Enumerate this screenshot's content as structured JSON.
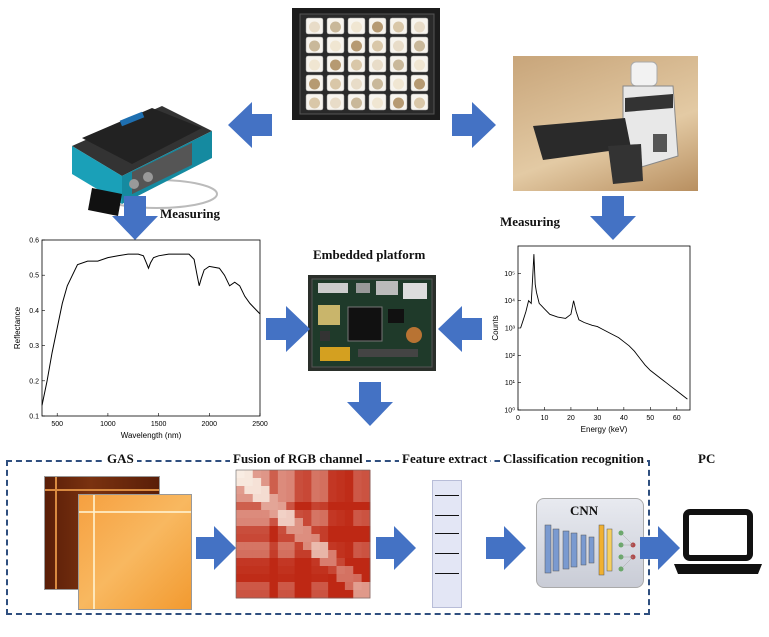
{
  "labels": {
    "measuring_left": "Measuring",
    "measuring_right": "Measuring",
    "embedded_platform": "Embedded platform",
    "gas": "GAS",
    "fusion": "Fusion of RGB channel",
    "feature_extract": "Feature extract",
    "classification": "Classification recognition",
    "pc": "PC",
    "cnn": "CNN"
  },
  "colors": {
    "arrow": "#4472c4",
    "dashed_border": "#2f4f7f",
    "spectrometer_teal": "#1aa0b8"
  },
  "chart_data": [
    {
      "type": "line",
      "xlabel": "Wavelength (nm)",
      "ylabel": "Reflectance",
      "xlim": [
        350,
        2500
      ],
      "ylim": [
        0.1,
        0.6
      ],
      "xticks": [
        "500",
        "1000",
        "1500",
        "2000",
        "2500"
      ],
      "yticks": [
        "0.1",
        "0.2",
        "0.3",
        "0.4",
        "0.5",
        "0.6"
      ],
      "x": [
        350,
        400,
        450,
        500,
        550,
        600,
        650,
        700,
        800,
        900,
        1000,
        1100,
        1200,
        1300,
        1350,
        1380,
        1400,
        1420,
        1450,
        1500,
        1600,
        1700,
        1800,
        1850,
        1880,
        1900,
        1920,
        1950,
        2000,
        2100,
        2150,
        2200,
        2250,
        2300,
        2350,
        2400,
        2450,
        2500
      ],
      "y": [
        0.13,
        0.2,
        0.28,
        0.35,
        0.42,
        0.47,
        0.5,
        0.53,
        0.54,
        0.54,
        0.55,
        0.555,
        0.56,
        0.56,
        0.555,
        0.535,
        0.52,
        0.535,
        0.55,
        0.555,
        0.56,
        0.56,
        0.56,
        0.545,
        0.5,
        0.47,
        0.49,
        0.515,
        0.525,
        0.52,
        0.5,
        0.47,
        0.48,
        0.47,
        0.44,
        0.42,
        0.405,
        0.39
      ]
    },
    {
      "type": "line",
      "xlabel": "Energy (keV)",
      "ylabel": "Counts",
      "xlim": [
        0,
        65
      ],
      "ylim_log10": [
        0,
        6
      ],
      "log_y": true,
      "xticks": [
        "0",
        "10",
        "20",
        "30",
        "40",
        "50",
        "60"
      ],
      "yticks": [
        "10⁰",
        "10¹",
        "10²",
        "10³",
        "10⁴",
        "10⁵"
      ],
      "x": [
        1,
        2,
        3,
        4,
        5,
        5.5,
        6,
        6.5,
        7,
        8,
        9,
        10,
        12,
        15,
        18,
        20,
        21,
        22,
        23,
        25,
        28,
        30,
        32,
        35,
        38,
        40,
        42,
        44,
        46,
        48,
        50,
        52,
        54,
        56,
        58,
        60,
        62,
        64
      ],
      "y": [
        3.0,
        3.3,
        3.6,
        4.0,
        3.9,
        4.8,
        5.7,
        4.6,
        4.3,
        3.9,
        3.8,
        3.7,
        3.5,
        3.4,
        3.35,
        3.5,
        4.0,
        3.6,
        3.3,
        3.2,
        3.1,
        3.05,
        2.95,
        2.8,
        2.65,
        2.5,
        2.35,
        2.15,
        1.9,
        1.65,
        1.45,
        1.3,
        1.15,
        1.0,
        0.85,
        0.7,
        0.55,
        0.4
      ]
    }
  ]
}
